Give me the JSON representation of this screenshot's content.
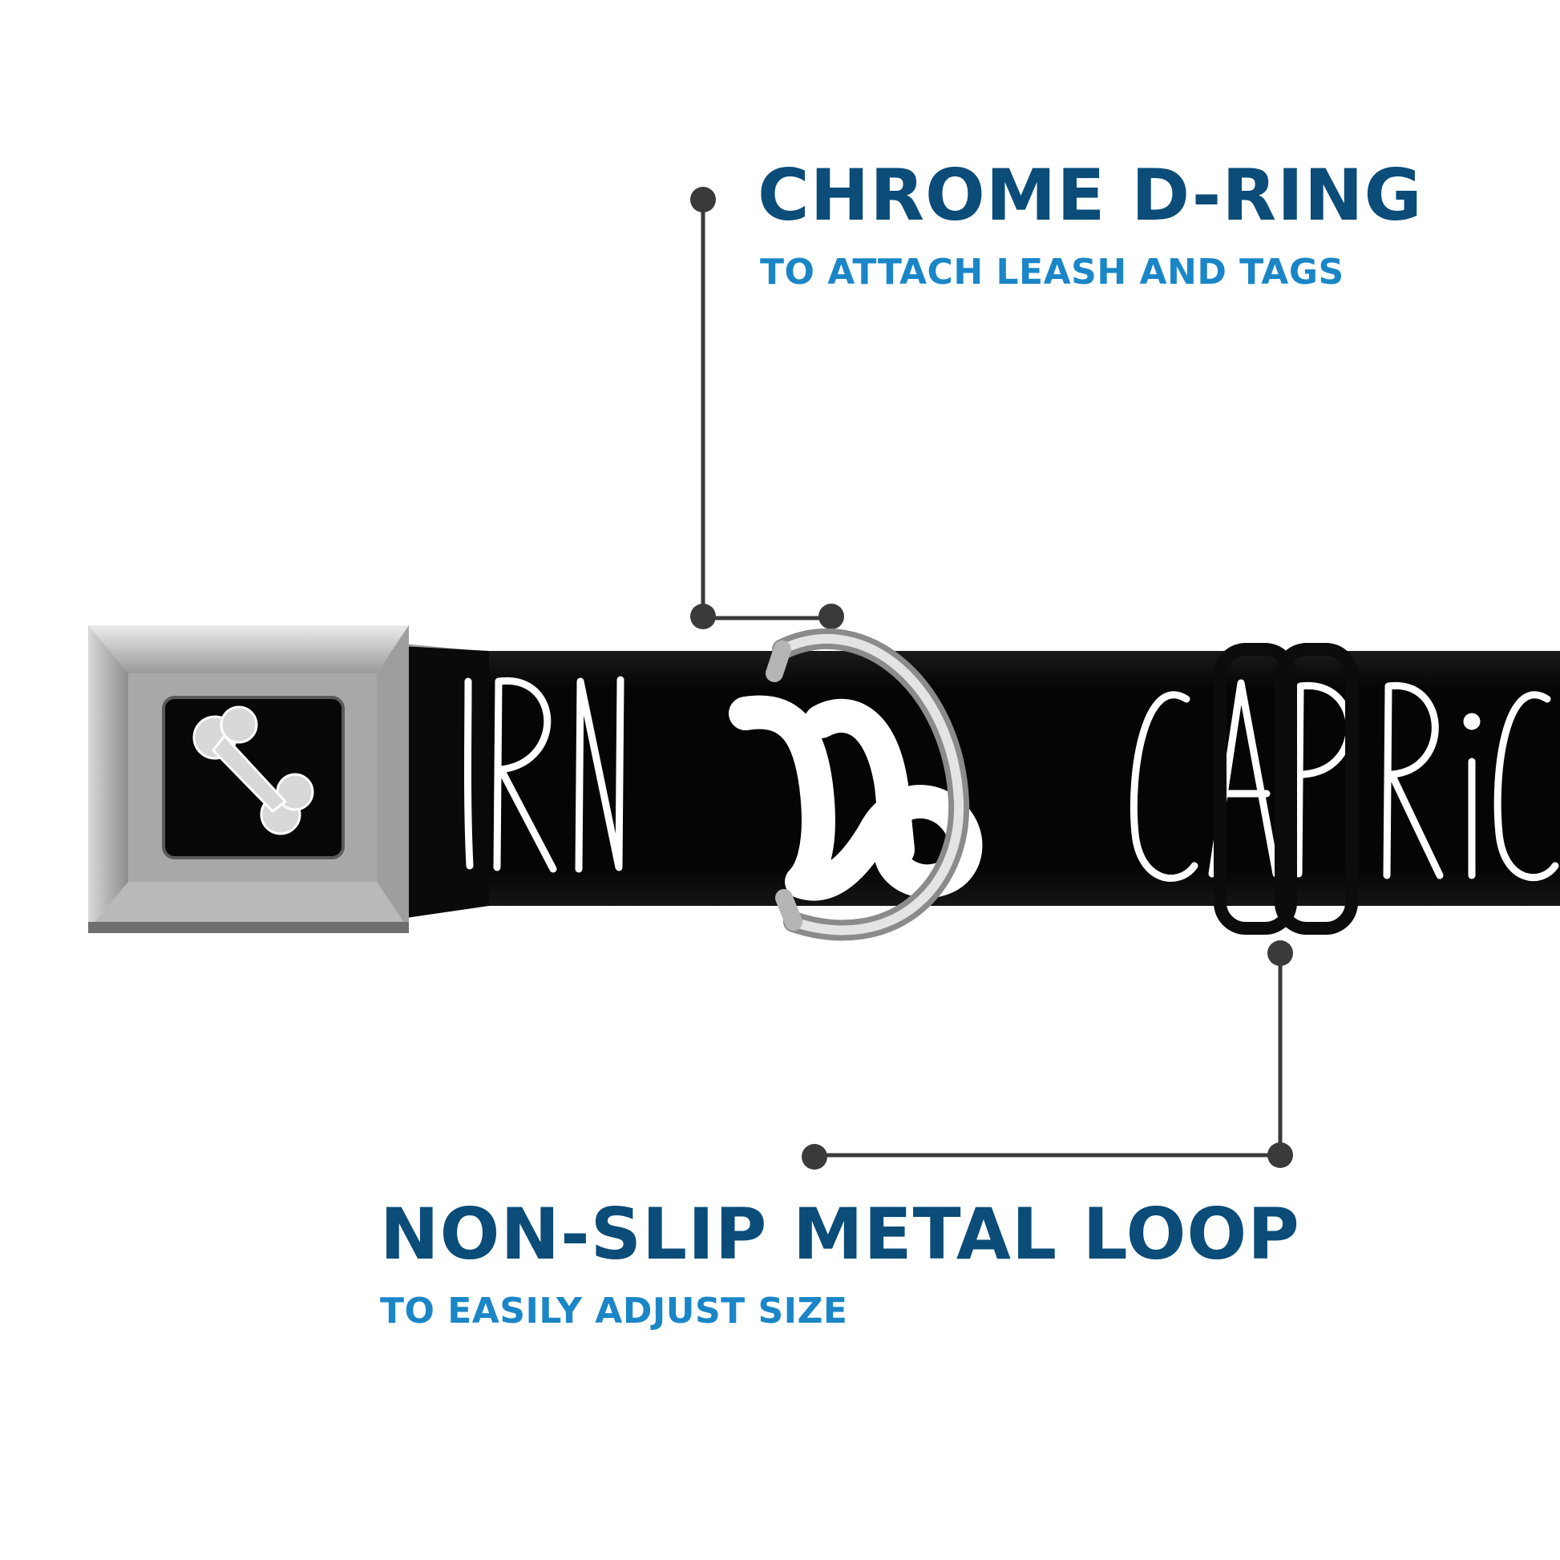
{
  "callouts": {
    "d_ring": {
      "title": "CHROME D-RING",
      "subtitle": "TO ATTACH LEASH AND TAGS"
    },
    "loop": {
      "title": "NON-SLIP METAL LOOP",
      "subtitle": "TO EASILY ADJUST SIZE"
    }
  },
  "collar": {
    "strap_text_left": "IRN",
    "strap_text_right": "CAPRiC",
    "zodiac_symbol": "capricorn-symbol",
    "buckle_logo": "bone-logo-icon"
  },
  "colors": {
    "title": "#0b4c78",
    "subtitle": "#1a86c7",
    "callout_line": "#3a3a3a",
    "strap": "#050505",
    "strap_print": "#ffffff",
    "buckle_metal": "#9a9a9a",
    "d_ring": "#c9c9c9"
  }
}
